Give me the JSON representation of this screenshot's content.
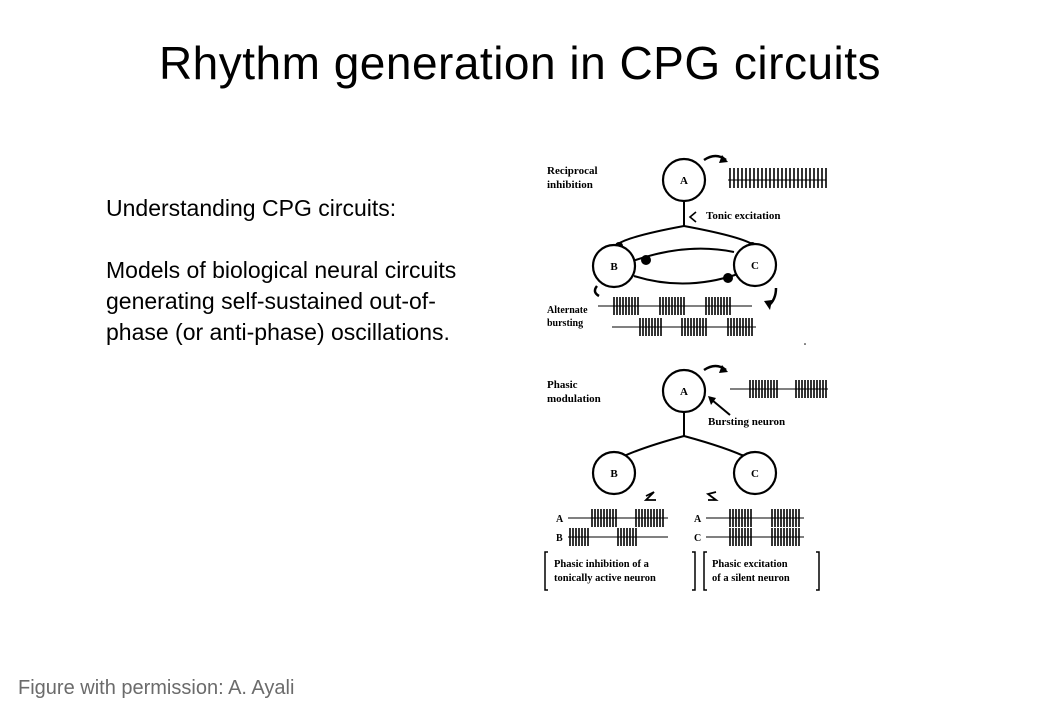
{
  "slide": {
    "title": "Rhythm generation in CPG circuits",
    "heading": "Understanding CPG circuits:",
    "description": "Models of biological neural circuits generating self-sustained out-of-phase (or anti-phase) oscillations.",
    "credit": "Figure with permission: A. Ayali"
  },
  "figure": {
    "top": {
      "label_line1": "Reciprocal",
      "label_line2": "inhibition",
      "node_a": "A",
      "node_b": "B",
      "node_c": "C",
      "tonic_label": "Tonic excitation",
      "bursting_line1": "Alternate",
      "bursting_line2": "bursting"
    },
    "bottom": {
      "label_line1": "Phasic",
      "label_line2": "modulation",
      "node_a": "A",
      "node_b": "B",
      "node_c": "C",
      "bursting_neuron_label": "Bursting neuron",
      "trace_left_a": "A",
      "trace_left_b": "B",
      "trace_right_a": "A",
      "trace_right_c": "C",
      "caption_left_line1": "Phasic inhibition of a",
      "caption_left_line2": "tonically active neuron",
      "caption_right_line1": "Phasic excitation",
      "caption_right_line2": "of a silent neuron"
    }
  }
}
